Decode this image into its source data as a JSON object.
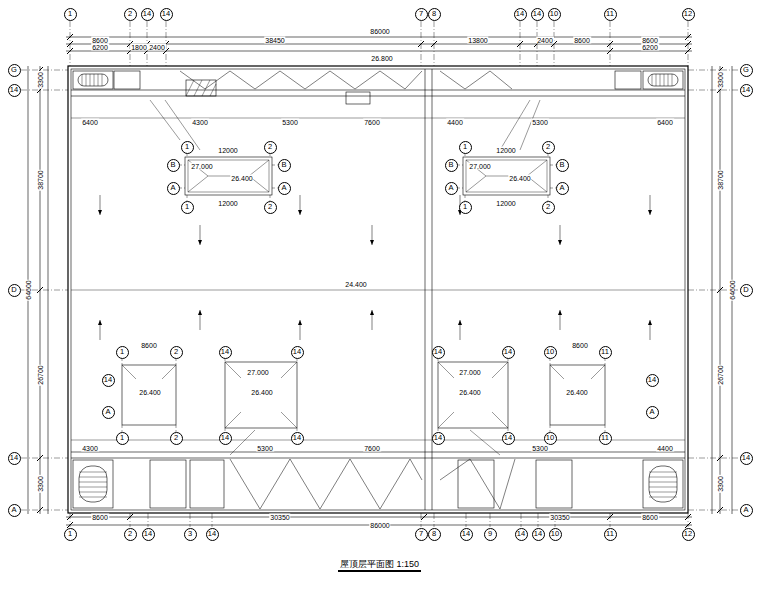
{
  "diagram": {
    "title": "屋顶层平面图 1:150",
    "nodes": [
      {
        "text": [
          "1"
        ]
      },
      {
        "text": [
          "2"
        ]
      },
      {
        "text": [
          "14"
        ]
      },
      {
        "text": [
          "14"
        ]
      },
      {
        "text": [
          "7"
        ]
      },
      {
        "text": [
          "8"
        ]
      },
      {
        "text": [
          "14"
        ]
      },
      {
        "text": [
          "14"
        ]
      },
      {
        "text": [
          "10"
        ]
      },
      {
        "text": [
          "11"
        ]
      },
      {
        "text": [
          "12"
        ]
      },
      {
        "text": [
          "1"
        ]
      },
      {
        "text": [
          "2"
        ]
      },
      {
        "text": [
          "14"
        ]
      },
      {
        "text": [
          "3"
        ]
      },
      {
        "text": [
          "14"
        ]
      },
      {
        "text": [
          "7"
        ]
      },
      {
        "text": [
          "8"
        ]
      },
      {
        "text": [
          "14"
        ]
      },
      {
        "text": [
          "9"
        ]
      },
      {
        "text": [
          "14"
        ]
      },
      {
        "text": [
          "14"
        ]
      },
      {
        "text": [
          "10"
        ]
      },
      {
        "text": [
          "11"
        ]
      },
      {
        "text": [
          "12"
        ]
      },
      {
        "text": [
          "G"
        ]
      },
      {
        "text": [
          "14"
        ]
      },
      {
        "text": [
          "D"
        ]
      },
      {
        "text": [
          "14"
        ]
      },
      {
        "text": [
          "A"
        ]
      },
      {
        "text": [
          "G"
        ]
      },
      {
        "text": [
          "14"
        ]
      },
      {
        "text": [
          "D"
        ]
      },
      {
        "text": [
          "14"
        ]
      },
      {
        "text": [
          "A"
        ]
      },
      {
        "text": [
          "1"
        ]
      },
      {
        "text": [
          "2"
        ]
      },
      {
        "text": [
          "B"
        ]
      },
      {
        "text": [
          "B"
        ]
      },
      {
        "text": [
          "A"
        ]
      },
      {
        "text": [
          "A"
        ]
      },
      {
        "text": [
          "1"
        ]
      },
      {
        "text": [
          "2"
        ]
      },
      {
        "text": [
          "1"
        ]
      },
      {
        "text": [
          "2"
        ]
      },
      {
        "text": [
          "B"
        ]
      },
      {
        "text": [
          "B"
        ]
      },
      {
        "text": [
          "A"
        ]
      },
      {
        "text": [
          "A"
        ]
      },
      {
        "text": [
          "1"
        ]
      },
      {
        "text": [
          "2"
        ]
      },
      {
        "text": [
          "1"
        ]
      },
      {
        "text": [
          "2"
        ]
      },
      {
        "text": [
          "14"
        ]
      },
      {
        "text": [
          "14"
        ]
      },
      {
        "text": [
          "14"
        ]
      },
      {
        "text": [
          "A"
        ]
      },
      {
        "text": [
          "1"
        ]
      },
      {
        "text": [
          "2"
        ]
      },
      {
        "text": [
          "14"
        ]
      },
      {
        "text": [
          "14"
        ]
      },
      {
        "text": [
          "14"
        ]
      },
      {
        "text": [
          "14"
        ]
      },
      {
        "text": [
          "10"
        ]
      },
      {
        "text": [
          "11"
        ]
      },
      {
        "text": [
          "14"
        ]
      },
      {
        "text": [
          "A"
        ]
      },
      {
        "text": [
          "14"
        ]
      },
      {
        "text": [
          "14"
        ]
      },
      {
        "text": [
          "10"
        ]
      },
      {
        "text": [
          "11"
        ]
      }
    ],
    "labels": [
      "86000",
      "38450",
      "13800",
      "2400",
      "8600",
      "8600",
      "8600",
      "1800",
      "2400",
      "6200",
      "6200",
      "38700",
      "64600",
      "26700",
      "3300",
      "3300",
      "38700",
      "64600",
      "26700",
      "3300",
      "3300",
      "30350",
      "30350",
      "86000",
      "8600",
      "8600",
      "26.800",
      "24.400",
      "12000",
      "27.000",
      "26.400",
      "12000",
      "12000",
      "27.000",
      "26.400",
      "12000",
      "8600",
      "27.000",
      "26.400",
      "26.400",
      "8600",
      "27.000",
      "26.400",
      "26.400",
      "6400",
      "4300",
      "5300",
      "7600",
      "4400",
      "5300",
      "6400",
      "4300",
      "5300",
      "7600",
      "5300",
      "4400"
    ]
  }
}
